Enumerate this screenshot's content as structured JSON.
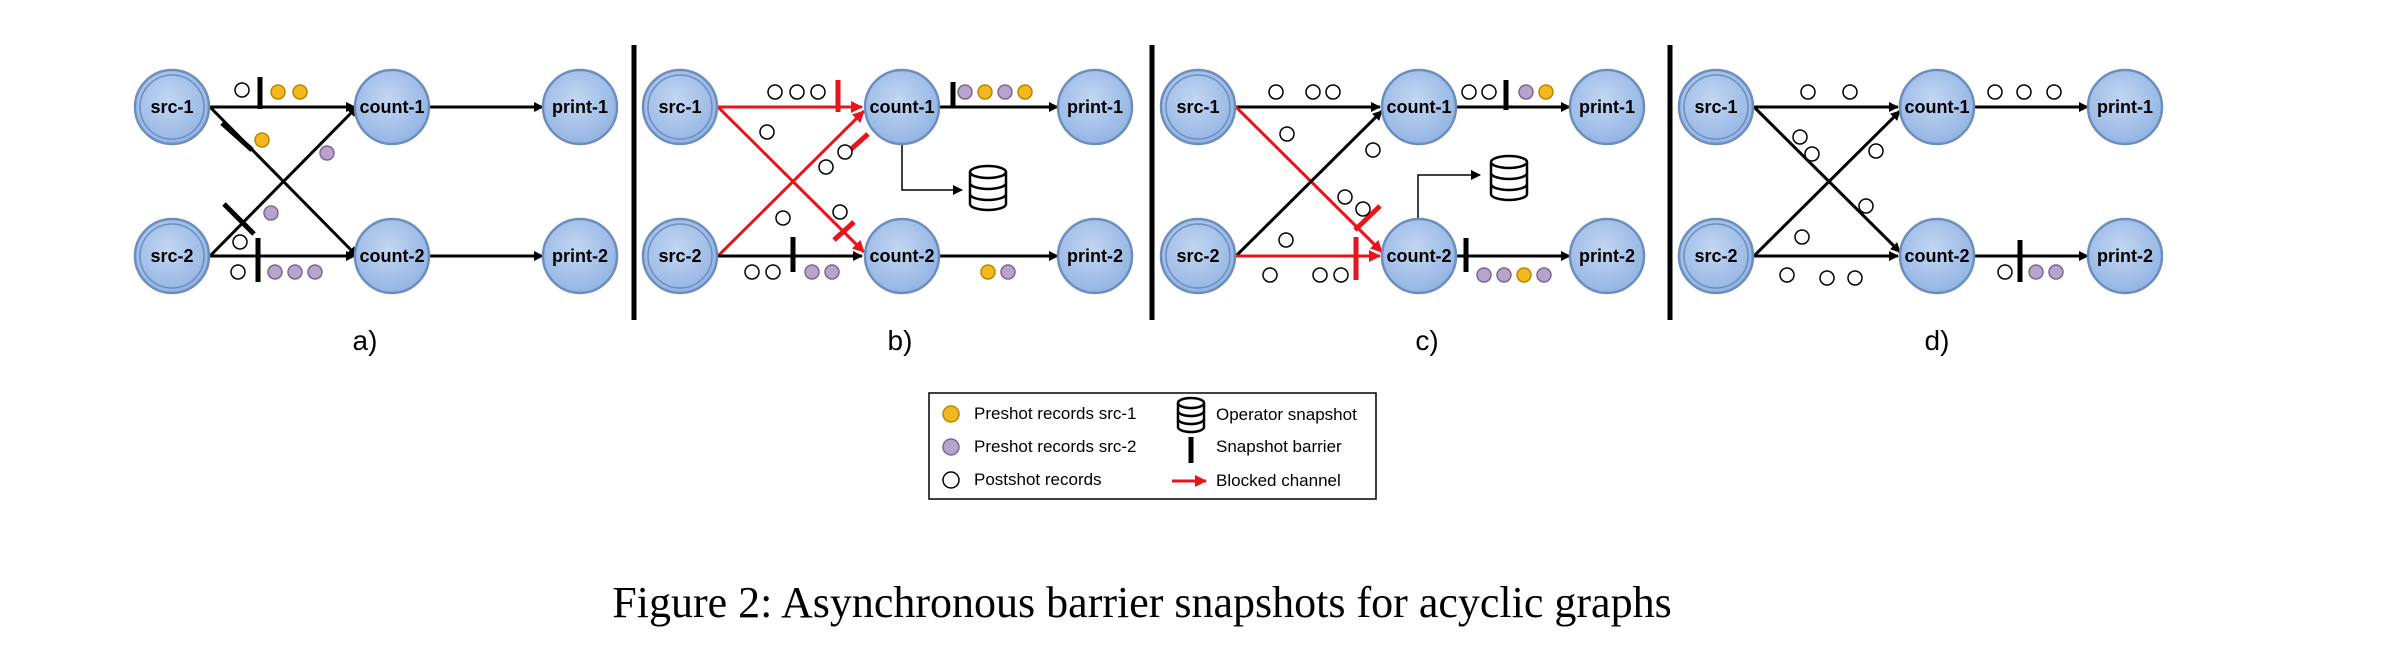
{
  "nodes": {
    "src1": "src-1",
    "src2": "src-2",
    "count1": "count-1",
    "count2": "count-2",
    "print1": "print-1",
    "print2": "print-2"
  },
  "panels": [
    "a)",
    "b)",
    "c)",
    "d)"
  ],
  "legend": {
    "preshot_src1": "Preshot records src-1",
    "preshot_src2": "Preshot records src-2",
    "postshot": "Postshot records",
    "operator_snapshot": "Operator snapshot",
    "snapshot_barrier": "Snapshot barrier",
    "blocked_channel": "Blocked channel"
  },
  "caption": "Figure 2: Asynchronous barrier snapshots for acyclic graphs",
  "colors": {
    "node_fill": "#a9c4eb",
    "node_stroke": "#6c8ebf",
    "preshot_src1": "#f2b81d",
    "preshot_src2": "#b7a4cb",
    "blocked": "#e8141c"
  }
}
